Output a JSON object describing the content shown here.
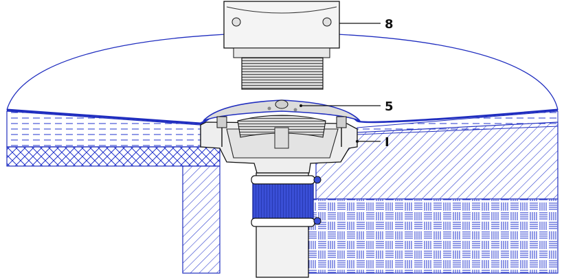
{
  "diagram": {
    "labels": {
      "part_8": "8",
      "part_5": "5",
      "part_1": "I"
    },
    "colors": {
      "line": "#1f2dbf",
      "clamp": "#3a4fd6",
      "ink": "#111111",
      "hatch_light": "#2233cc",
      "housing": "#f3f3f3"
    }
  }
}
